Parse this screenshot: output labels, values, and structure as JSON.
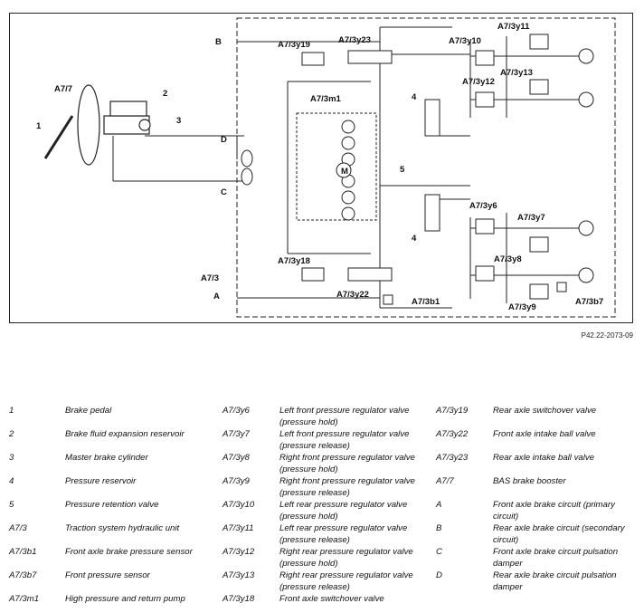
{
  "figure_ref": "P42.22-2073-09",
  "diagram_labels": {
    "l1": "1",
    "l2": "2",
    "l3": "3",
    "l4a": "4",
    "l4b": "4",
    "l5": "5",
    "a77": "A7/7",
    "B": "B",
    "D": "D",
    "C": "C",
    "A73": "A7/3",
    "A": "A",
    "y19": "A7/3y19",
    "y23": "A7/3y23",
    "y10": "A7/3y10",
    "y11": "A7/3y11",
    "y12": "A7/3y12",
    "y13": "A7/3y13",
    "m1": "A7/3m1",
    "y6": "A7/3y6",
    "y7": "A7/3y7",
    "y8": "A7/3y8",
    "y9": "A7/3y9",
    "y18": "A7/3y18",
    "y22": "A7/3y22",
    "b1": "A7/3b1",
    "b7": "A7/3b7",
    "M": "M"
  },
  "legend": {
    "col1": [
      {
        "code": "1",
        "desc": "Brake pedal"
      },
      {
        "code": "2",
        "desc": "Brake fluid expansion reservoir"
      },
      {
        "code": "3",
        "desc": "Master brake cylinder"
      },
      {
        "code": "4",
        "desc": "Pressure reservoir"
      },
      {
        "code": "5",
        "desc": "Pressure retention valve"
      },
      {
        "code": "A7/3",
        "desc": "Traction system hydraulic unit"
      },
      {
        "code": "A7/3b1",
        "desc": "Front axle brake pressure sensor"
      },
      {
        "code": "A7/3b7",
        "desc": "Front pressure sensor"
      },
      {
        "code": "A7/3m1",
        "desc": "High pressure and return pump"
      }
    ],
    "col2": [
      {
        "code": "A7/3y6",
        "desc": "Left front pressure regulator valve (pressure hold)"
      },
      {
        "code": "A7/3y7",
        "desc": "Left front pressure regulator valve (pressure release)"
      },
      {
        "code": "A7/3y8",
        "desc": "Right front pressure regulator valve (pressure hold)"
      },
      {
        "code": "A7/3y9",
        "desc": "Right front pressure regulator valve (pressure release)"
      },
      {
        "code": "A7/3y10",
        "desc": "Left rear pressure regulator valve (pressure hold)"
      },
      {
        "code": "A7/3y11",
        "desc": "Left rear pressure regulator valve (pressure release)"
      },
      {
        "code": "A7/3y12",
        "desc": "Right rear pressure regulator valve (pressure hold)"
      },
      {
        "code": "A7/3y13",
        "desc": "Right rear pressure regulator valve (pressure release)"
      },
      {
        "code": "A7/3y18",
        "desc": "Front axle switchover valve"
      }
    ],
    "col3": [
      {
        "code": "A7/3y19",
        "desc": "Rear axle switchover valve"
      },
      {
        "code": "A7/3y22",
        "desc": "Front axle intake ball valve"
      },
      {
        "code": "A7/3y23",
        "desc": "Rear axle intake ball valve"
      },
      {
        "code": "A7/7",
        "desc": "BAS brake booster"
      },
      {
        "code": "A",
        "desc": "Front axle brake circuit (primary circuit)"
      },
      {
        "code": "B",
        "desc": "Rear axle brake circuit (secondary circuit)"
      },
      {
        "code": "C",
        "desc": "Front axle brake circuit pulsation damper"
      },
      {
        "code": "D",
        "desc": "Rear axle brake circuit pulsation damper"
      }
    ]
  }
}
